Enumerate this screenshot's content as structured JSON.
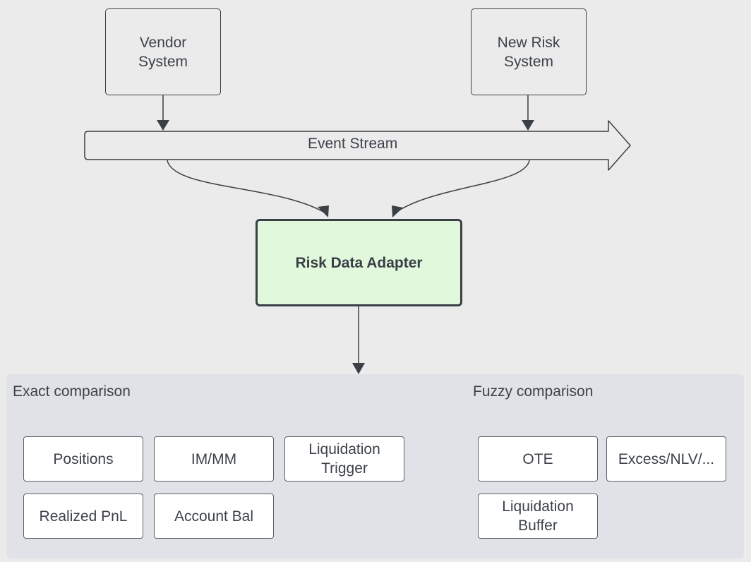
{
  "systems": {
    "vendor_label": "Vendor\nSystem",
    "new_risk_label": "New Risk\nSystem"
  },
  "event_stream": {
    "label": "Event Stream"
  },
  "adapter": {
    "label": "Risk Data Adapter"
  },
  "exact": {
    "title": "Exact comparison",
    "items": [
      "Positions",
      "IM/MM",
      "Liquidation\nTrigger",
      "Realized PnL",
      "Account Bal"
    ]
  },
  "fuzzy": {
    "title": "Fuzzy comparison",
    "items": [
      "OTE",
      "Excess/NLV/...",
      "Liquidation\nBuffer"
    ]
  }
}
